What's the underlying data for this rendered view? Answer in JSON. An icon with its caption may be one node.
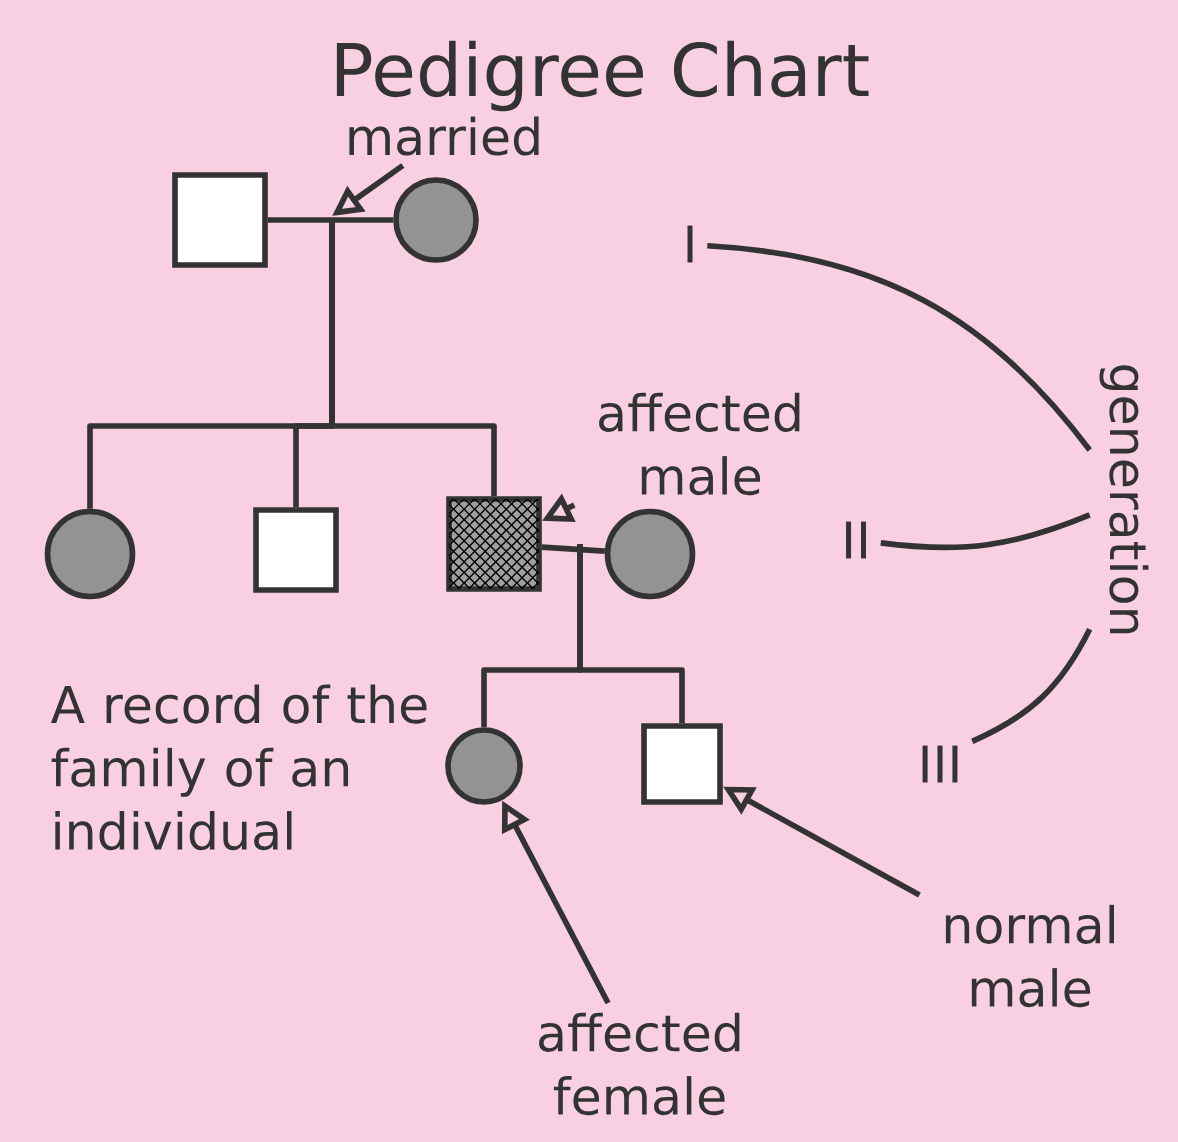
{
  "diagram": {
    "title": "Pedigree Chart",
    "nodes": [
      {
        "text": [],
        "shape": "box"
      },
      {
        "text": [],
        "shape": "circle"
      },
      {
        "text": [],
        "shape": "circle"
      },
      {
        "text": [],
        "shape": "box"
      },
      {
        "text": [],
        "shape": "box"
      },
      {
        "text": [],
        "shape": "circle"
      },
      {
        "text": [],
        "shape": "circle"
      },
      {
        "text": [],
        "shape": "box"
      },
      {
        "text": [
          "married"
        ]
      },
      {
        "text": [
          "affected male"
        ]
      },
      {
        "text": [
          "affected female"
        ]
      },
      {
        "text": [
          "normal male"
        ]
      },
      {
        "text": [
          "generation"
        ]
      },
      {
        "text": [
          "I"
        ]
      },
      {
        "text": [
          "II"
        ]
      },
      {
        "text": [
          "III"
        ]
      }
    ],
    "edges": [
      {
        "from": 0,
        "to": 1,
        "arrow": "none"
      },
      {
        "from": null,
        "to": 2,
        "arrow": "none"
      },
      {
        "from": null,
        "to": 3,
        "arrow": "none"
      },
      {
        "from": null,
        "to": 4,
        "arrow": "none"
      },
      {
        "from": 4,
        "to": 5,
        "arrow": "none"
      },
      {
        "from": null,
        "to": 6,
        "arrow": "none"
      },
      {
        "from": null,
        "to": 7,
        "arrow": "none"
      },
      {
        "from": 8,
        "to": null,
        "arrow": "to"
      },
      {
        "from": 9,
        "to": 4,
        "arrow": "to"
      },
      {
        "from": 10,
        "to": 6,
        "arrow": "to"
      },
      {
        "from": 11,
        "to": 7,
        "arrow": "to"
      },
      {
        "from": 12,
        "to": 13,
        "arrow": "none"
      },
      {
        "from": 12,
        "to": 14,
        "arrow": "none"
      },
      {
        "from": 12,
        "to": 15,
        "arrow": "none"
      }
    ],
    "labels": [
      "A record of the family of an individual"
    ]
  }
}
